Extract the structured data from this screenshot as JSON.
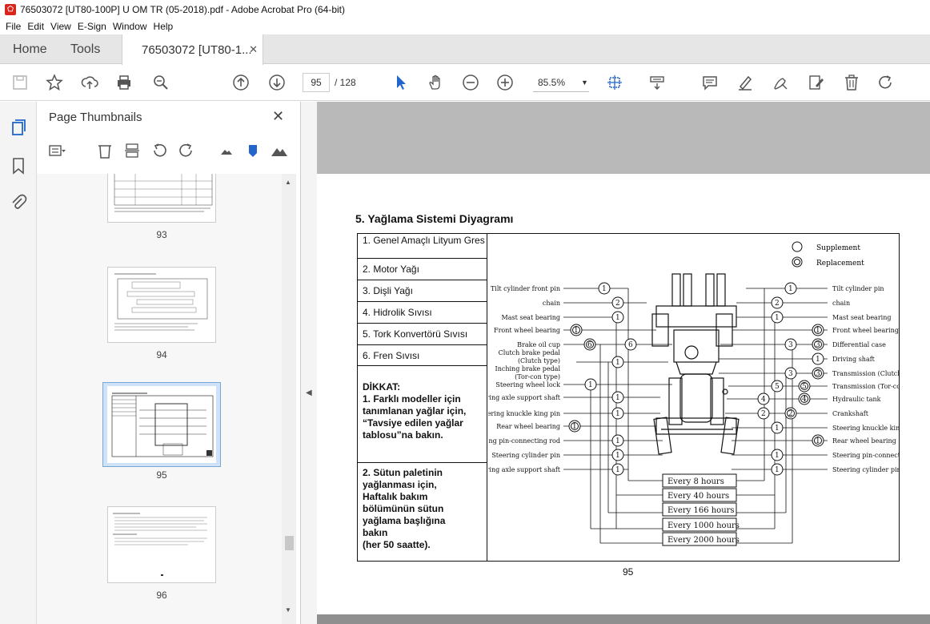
{
  "window": {
    "title": "76503072 [UT80-100P] U OM TR (05-2018).pdf - Adobe Acrobat Pro (64-bit)"
  },
  "menu": [
    "File",
    "Edit",
    "View",
    "E-Sign",
    "Window",
    "Help"
  ],
  "tabs": {
    "home": "Home",
    "tools": "Tools",
    "document": "76503072 [UT80-1..."
  },
  "toolbar": {
    "current_page": "95",
    "page_total": "/ 128",
    "zoom": "85.5%"
  },
  "panel": {
    "title": "Page Thumbnails",
    "thumbnails": [
      {
        "label": "93"
      },
      {
        "label": "94"
      },
      {
        "label": "95"
      },
      {
        "label": "96"
      }
    ]
  },
  "document": {
    "heading": "5. Yağlama Sistemi Diyagramı",
    "legend": [
      "1. Genel Amaçlı Lityum Gres",
      "2. Motor Yağı",
      "3. Dişli Yağı",
      "4. Hidrolik Sıvısı",
      "5. Tork Konvertörü Sıvısı",
      "6. Fren Sıvısı"
    ],
    "note1_lines": [
      "DİKKAT:",
      "1. Farklı modeller için",
      "tanımlanan yağlar için,",
      "“Tavsiye edilen yağlar",
      "tablosu”na bakın."
    ],
    "note2_lines": [
      "2. Sütun paletinin",
      "yağlanması için,",
      "Haftalık bakım",
      "bölümünün sütun",
      "yağlama başlığına",
      "bakın",
      "(her 50 saatte)."
    ],
    "page_number": "95",
    "diagram": {
      "key": [
        "Supplement",
        "Replacement"
      ],
      "left_labels": [
        "Tilt cylinder front pin",
        "chain",
        "Mast seat bearing",
        "Front wheel bearing",
        "Brake oil cup",
        "Clutch brake pedal",
        "(Clutch type)",
        "Inching brake pedal",
        "(Tor-con type)",
        "Steering wheel lock",
        "Steering axle support shaft",
        "Steering knuckle king pin",
        "Rear wheel bearing",
        "Steering pin-connecting rod",
        "Steering cylinder pin",
        "Steering axle support shaft"
      ],
      "right_labels": [
        "Tilt cylinder pin",
        "chain",
        "Mast seat bearing",
        "Front wheel bearing",
        "Differential case",
        "Driving shaft",
        "Transmission (Clutch type)",
        "Transmission (Tor-con type)",
        "Hydraulic tank",
        "Crankshaft",
        "Steering knuckle king pin",
        "Rear wheel bearing",
        "Steering pin-connecting rod",
        "Steering cylinder pin"
      ],
      "intervals": [
        "Every 8 hours",
        "Every 40 hours",
        "Every 166 hours",
        "Every 1000 hours",
        "Every 2000 hours"
      ]
    }
  }
}
